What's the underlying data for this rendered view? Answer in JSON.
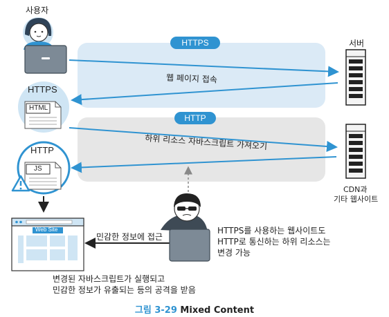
{
  "user": {
    "label": "사용자"
  },
  "server": {
    "label": "서버"
  },
  "cdn": {
    "label_line1": "CDN과",
    "label_line2": "기타 웹사이트"
  },
  "https_band": {
    "pill": "HTTPS",
    "arrow_label": "웹 페이지 접속"
  },
  "http_band": {
    "pill": "HTTP",
    "arrow_label": "하위 리소스 자바스크립트 가져오기"
  },
  "https_doc": {
    "title": "HTTPS",
    "file": "HTML"
  },
  "http_doc": {
    "title": "HTTP",
    "file": "JS"
  },
  "browser": {
    "tab_title": "Web Site"
  },
  "attack": {
    "label": "민감한 정보에 접근"
  },
  "attacker_desc": {
    "line1": "HTTPS를 사용하는 웹사이트도",
    "line2": "HTTP로 통신하는 하위 리소스는",
    "line3": "변경 가능"
  },
  "result": {
    "line1": "변경된 자바스크립트가 실행되고",
    "line2": "민감한 정보가 유출되는 등의 공격을 받음"
  },
  "caption": {
    "number": "그림 3-29",
    "title": "Mixed Content"
  },
  "colors": {
    "https_band": "#dbeaf6",
    "http_band": "#e6e6e6",
    "accent_blue": "#2f93d1",
    "circle_fill": "#cfe5f4",
    "warning": "#2f93d1",
    "caption_number": "#2f93d1"
  }
}
